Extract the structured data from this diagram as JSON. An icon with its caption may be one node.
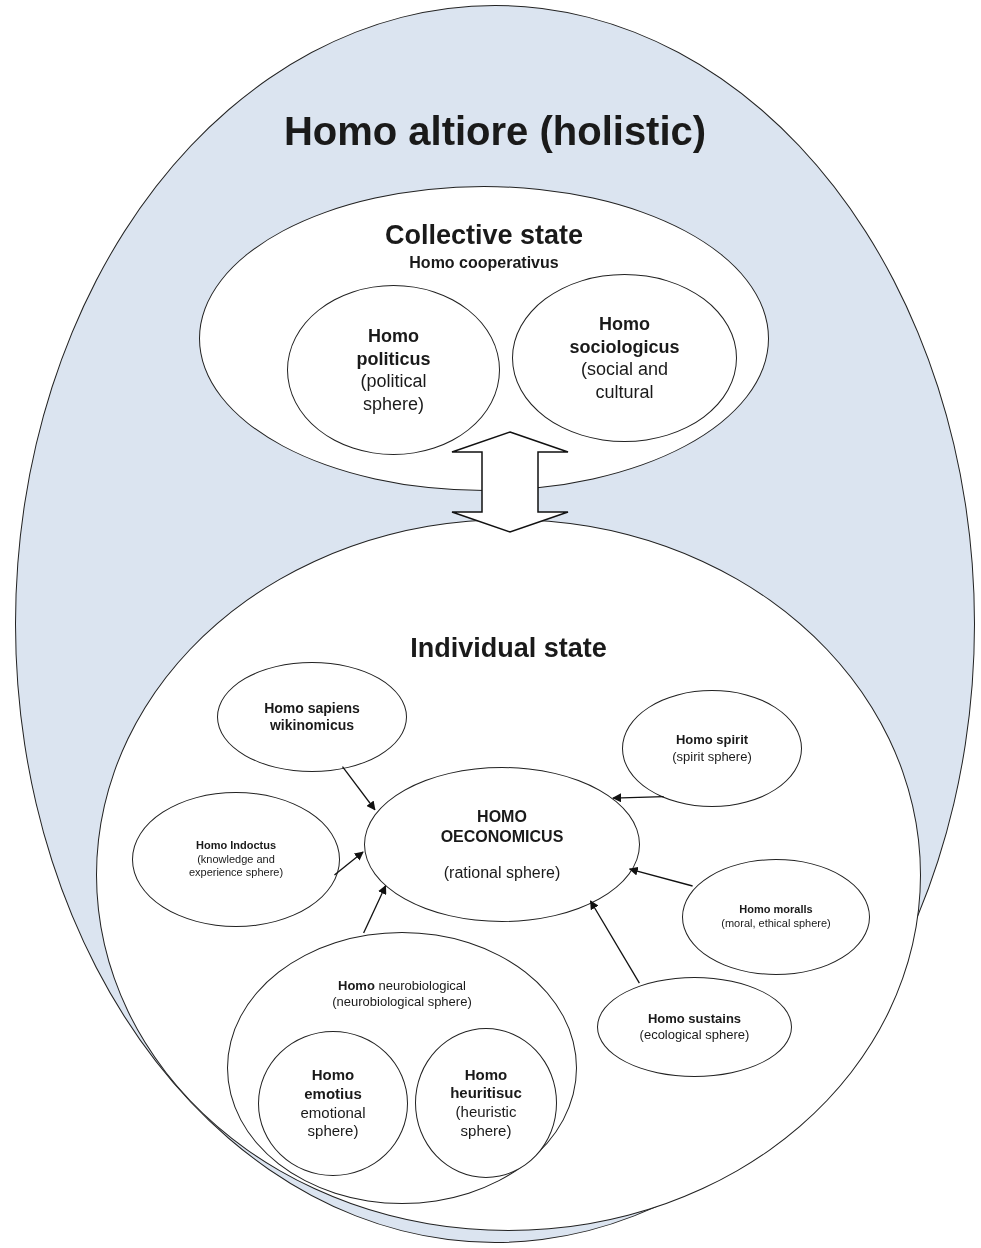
{
  "diagram": {
    "nodes": [
      {
        "text": [
          "Homo altiore (holistic)"
        ]
      },
      {
        "text": [
          "Collective state",
          "Homo cooperativus"
        ],
        "in": 0
      },
      {
        "text": [
          "Homo politicus",
          "(political sphere)"
        ],
        "in": 1
      },
      {
        "text": [
          "Homo sociologicus",
          "(social and cultural"
        ],
        "in": 1
      },
      {
        "text": [
          "Individual state"
        ],
        "in": 0
      },
      {
        "text": [
          "Homo sapiens wikinomicus"
        ],
        "in": 4
      },
      {
        "text": [
          "HOMO OECONOMICUS",
          "(rational sphere)"
        ],
        "in": 4
      },
      {
        "text": [
          "Homo spirit",
          "(spirit sphere)"
        ],
        "in": 4
      },
      {
        "text": [
          "Homo Indoctus",
          "(knowledge and experience sphere)"
        ],
        "in": 4
      },
      {
        "text": [
          "Homo moralls",
          "(moral, ethical sphere)"
        ],
        "in": 4
      },
      {
        "text": [
          "**Homo** neurobiological",
          "(neurobiological sphere)"
        ],
        "in": 4
      },
      {
        "text": [
          "Homo emotius",
          "emotional sphere)"
        ],
        "in": 10
      },
      {
        "text": [
          "Homo heuritisuc",
          "(heuristic sphere)"
        ],
        "in": 10
      },
      {
        "text": [
          "Homo sustains",
          "(ecological sphere)"
        ],
        "in": 4
      }
    ],
    "edges": [
      {
        "from": 1,
        "to": 4,
        "arrow": "both",
        "style": "thick"
      },
      {
        "from": 5,
        "to": 6,
        "arrow": "to"
      },
      {
        "from": 7,
        "to": 6,
        "arrow": "to"
      },
      {
        "from": 8,
        "to": 6,
        "arrow": "to"
      },
      {
        "from": 9,
        "to": 6,
        "arrow": "to"
      },
      {
        "from": 10,
        "to": 6,
        "arrow": "to"
      },
      {
        "from": 13,
        "to": 6,
        "arrow": "to"
      }
    ]
  }
}
